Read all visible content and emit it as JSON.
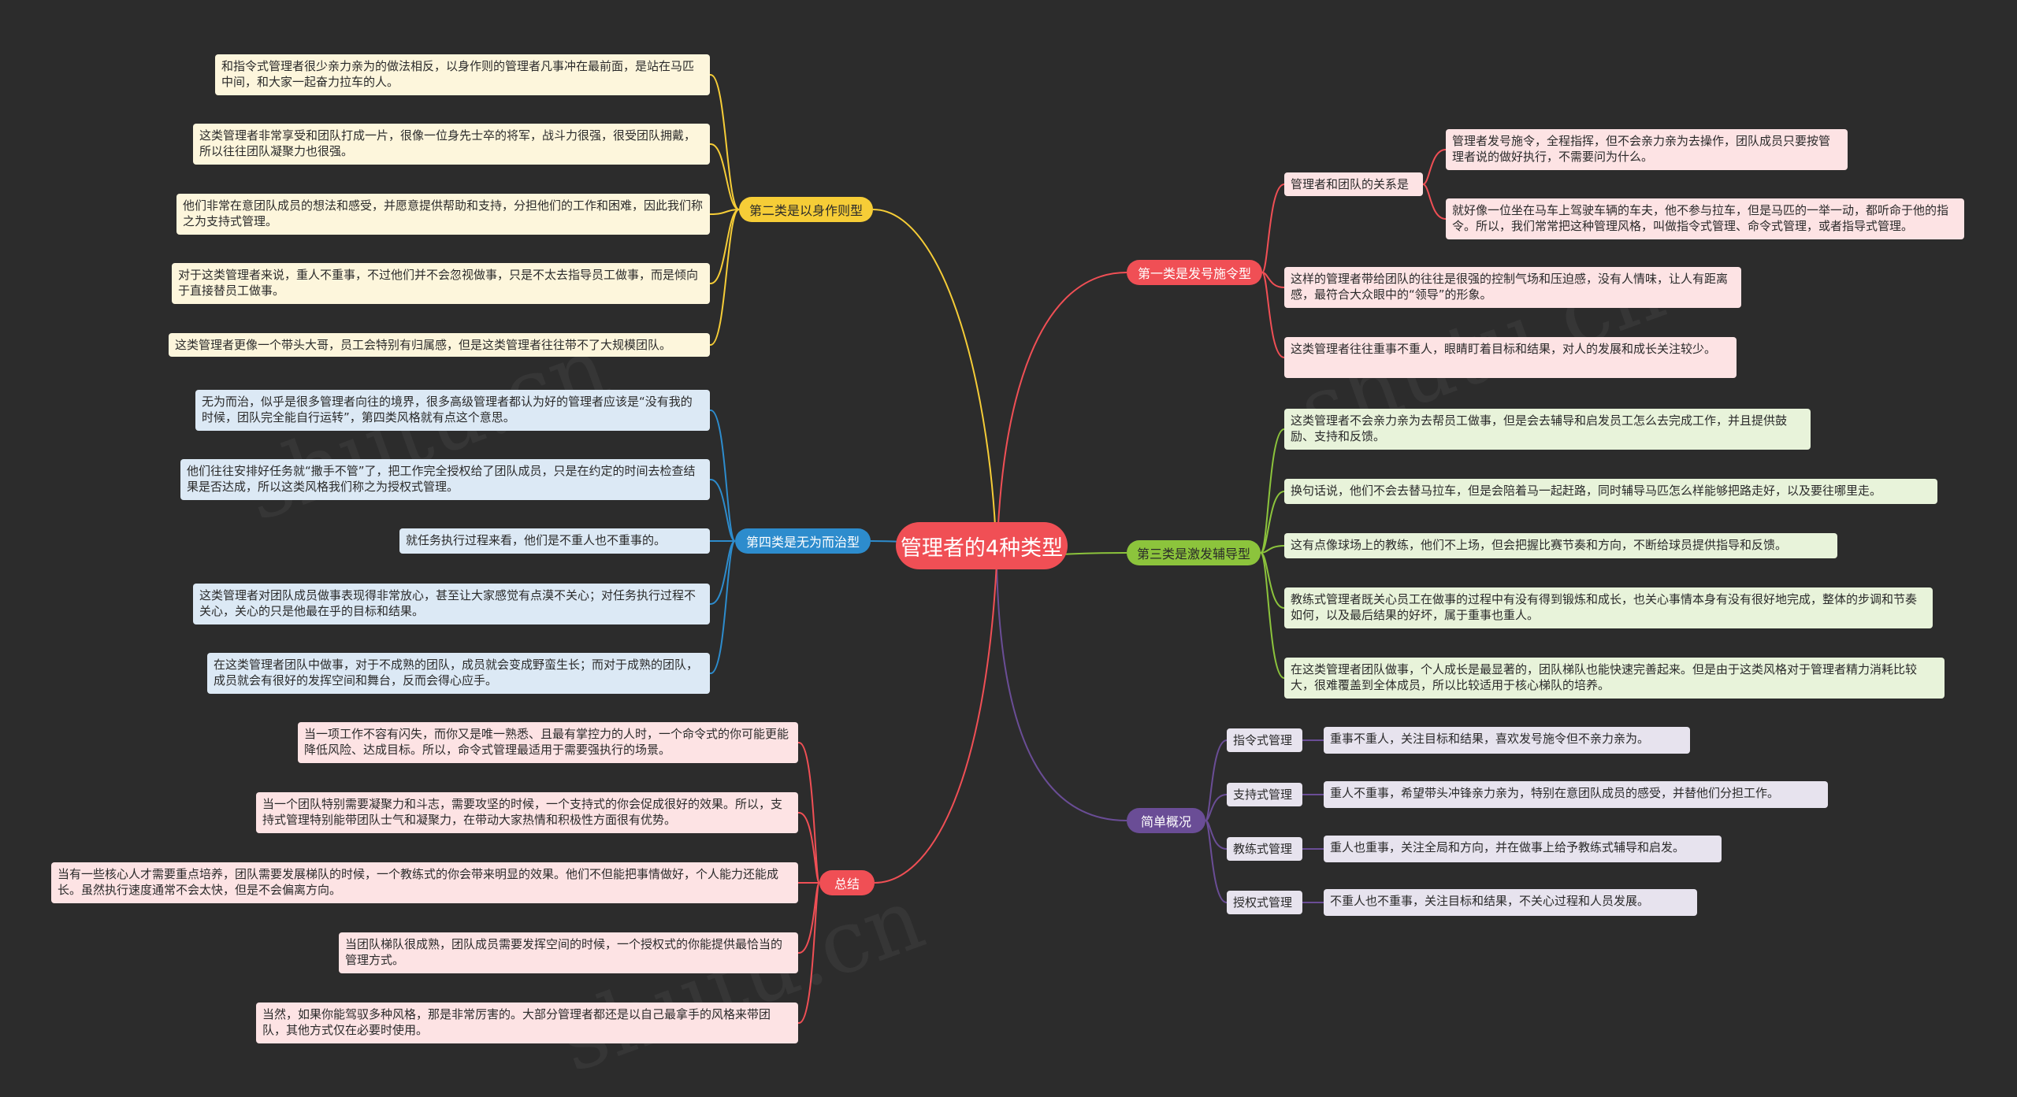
{
  "center": "管理者的4种类型",
  "colors": {
    "background": "#2c2c2c",
    "red": "#f04f55",
    "yellow": "#f6cd37",
    "blue": "#2d8ccd",
    "green": "#8cc43c",
    "purple": "#6a4d96"
  },
  "watermark": "shutu.cn",
  "branches": {
    "first": {
      "label": "第一类是发号施令型",
      "sub_label": "管理者和团队的关系是",
      "sub_items": [
        "管理者发号施令，全程指挥，但不会亲力亲为去操作，团队成员只要按管理者说的做好执行，不需要问为什么。",
        "就好像一位坐在马车上驾驶车辆的车夫，他不参与拉车，但是马匹的一举一动，都听命于他的指令。所以，我们常常把这种管理风格，叫做指令式管理、命令式管理，或者指导式管理。"
      ],
      "items": [
        "这样的管理者带给团队的往往是很强的控制气场和压迫感，没有人情味，让人有距离感，最符合大众眼中的“领导”的形象。",
        "这类管理者往往重事不重人，眼睛盯着目标和结果，对人的发展和成长关注较少。"
      ]
    },
    "second": {
      "label": "第二类是以身作则型",
      "items": [
        "和指令式管理者很少亲力亲为的做法相反，以身作则的管理者凡事冲在最前面，是站在马匹中间，和大家一起奋力拉车的人。",
        "这类管理者非常享受和团队打成一片，很像一位身先士卒的将军，战斗力很强，很受团队拥戴，所以往往团队凝聚力也很强。",
        "他们非常在意团队成员的想法和感受，并愿意提供帮助和支持，分担他们的工作和困难，因此我们称之为支持式管理。",
        "对于这类管理者来说，重人不重事，不过他们并不会忽视做事，只是不太去指导员工做事，而是倾向于直接替员工做事。",
        "这类管理者更像一个带头大哥，员工会特别有归属感，但是这类管理者往往带不了大规模团队。"
      ]
    },
    "third": {
      "label": "第三类是激发辅导型",
      "items": [
        "这类管理者不会亲力亲为去帮员工做事，但是会去辅导和启发员工怎么去完成工作，并且提供鼓励、支持和反馈。",
        "换句话说，他们不会去替马拉车，但是会陪着马一起赶路，同时辅导马匹怎么样能够把路走好，以及要往哪里走。",
        "这有点像球场上的教练，他们不上场，但会把握比赛节奏和方向，不断给球员提供指导和反馈。",
        "教练式管理者既关心员工在做事的过程中有没有得到锻炼和成长，也关心事情本身有没有很好地完成，整体的步调和节奏如何，以及最后结果的好坏，属于重事也重人。",
        "在这类管理者团队做事，个人成长是最显著的，团队梯队也能快速完善起来。但是由于这类风格对于管理者精力消耗比较大，很难覆盖到全体成员，所以比较适用于核心梯队的培养。"
      ]
    },
    "fourth": {
      "label": "第四类是无为而治型",
      "items": [
        "无为而治，似乎是很多管理者向往的境界，很多高级管理者都认为好的管理者应该是“没有我的时候，团队完全能自行运转”，第四类风格就有点这个意思。",
        "他们往往安排好任务就“撒手不管”了，把工作完全授权给了团队成员，只是在约定的时间去检查结果是否达成，所以这类风格我们称之为授权式管理。",
        "就任务执行过程来看，他们是不重人也不重事的。",
        "这类管理者对团队成员做事表现得非常放心，甚至让大家感觉有点漠不关心；对任务执行过程不关心，关心的只是他最在乎的目标和结果。",
        "在这类管理者团队中做事，对于不成熟的团队，成员就会变成野蛮生长；而对于成熟的团队，成员就会有很好的发挥空间和舞台，反而会得心应手。"
      ]
    },
    "summary": {
      "label": "简单概况",
      "rows": [
        {
          "type": "指令式管理",
          "desc": "重事不重人，关注目标和结果，喜欢发号施令但不亲力亲为。"
        },
        {
          "type": "支持式管理",
          "desc": "重人不重事，希望带头冲锋亲力亲为，特别在意团队成员的感受，并替他们分担工作。"
        },
        {
          "type": "教练式管理",
          "desc": "重人也重事，关注全局和方向，并在做事上给予教练式辅导和启发。"
        },
        {
          "type": "授权式管理",
          "desc": "不重人也不重事，关注目标和结果，不关心过程和人员发展。"
        }
      ]
    },
    "conclusion": {
      "label": "总结",
      "items": [
        "当一项工作不容有闪失，而你又是唯一熟悉、且最有掌控力的人时，一个命令式的你可能更能降低风险、达成目标。所以，命令式管理最适用于需要强执行的场景。",
        "当一个团队特别需要凝聚力和斗志，需要攻坚的时候，一个支持式的你会促成很好的效果。所以，支持式管理特别能带团队士气和凝聚力，在带动大家热情和积极性方面很有优势。",
        "当有一些核心人才需要重点培养，团队需要发展梯队的时候，一个教练式的你会带来明显的效果。他们不但能把事情做好，个人能力还能成长。虽然执行速度通常不会太快，但是不会偏离方向。",
        "当团队梯队很成熟，团队成员需要发挥空间的时候，一个授权式的你能提供最恰当的管理方式。",
        "当然，如果你能驾驭多种风格，那是非常厉害的。大部分管理者都还是以自己最拿手的风格来带团队，其他方式仅在必要时使用。"
      ]
    }
  }
}
